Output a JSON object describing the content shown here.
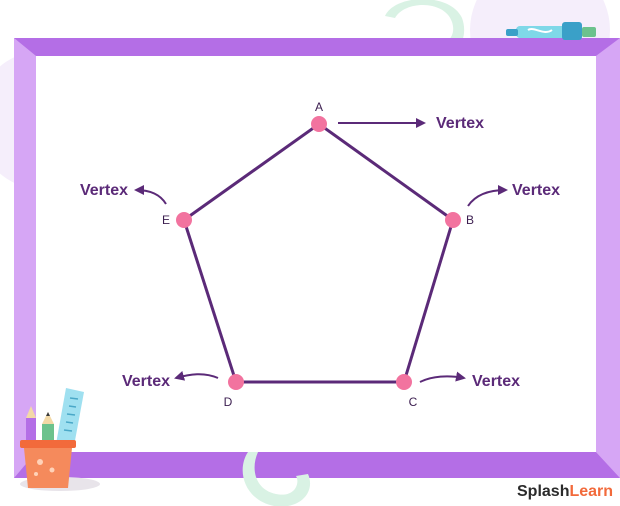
{
  "diagram": {
    "points": [
      {
        "id": "A",
        "label": "A",
        "vertex_label": "Vertex"
      },
      {
        "id": "B",
        "label": "B",
        "vertex_label": "Vertex"
      },
      {
        "id": "C",
        "label": "C",
        "vertex_label": "Vertex"
      },
      {
        "id": "D",
        "label": "D",
        "vertex_label": "Vertex"
      },
      {
        "id": "E",
        "label": "E",
        "vertex_label": "Vertex"
      }
    ]
  },
  "brand": {
    "part1": "Splash",
    "part2": "Learn"
  },
  "colors": {
    "frame": "#c98cf0",
    "frame_inner": "#b46ee6",
    "polygon_stroke": "#5b2a78",
    "vertex_dot": "#f2739f",
    "label_text": "#5b2a78",
    "brand_splash": "#2b2b2b",
    "brand_learn": "#f26a3b"
  },
  "icons": {
    "pen": "pen-icon",
    "ruler": "ruler-icon",
    "pencil_cup": "pencil-cup-icon"
  }
}
